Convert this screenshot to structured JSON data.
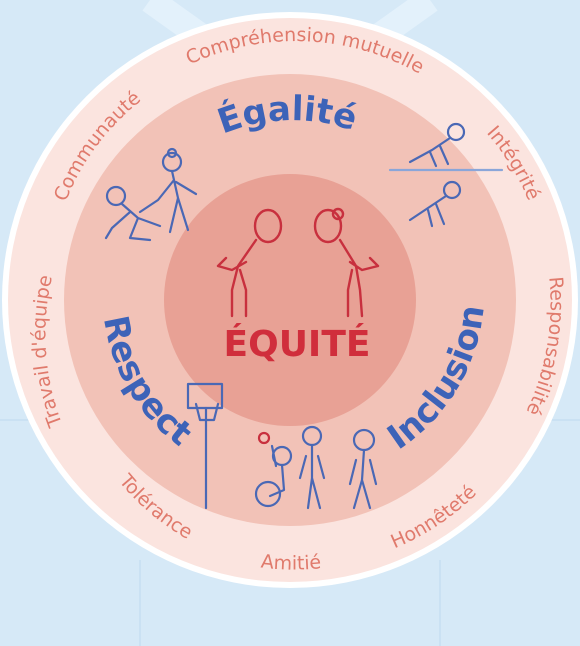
{
  "center": {
    "label": "ÉQUITÉ"
  },
  "middle_ring": {
    "labels": [
      "Égalité",
      "Respect",
      "Inclusion"
    ]
  },
  "outer_ring": {
    "values": [
      "Compréhension mutuelle",
      "Intégrité",
      "Responsabilité",
      "Honnêteté",
      "Amitié",
      "Tolérance",
      "Travail d'équipe",
      "Communauté"
    ]
  },
  "colors": {
    "background": "#d6e9f7",
    "outer_ring": "#fbe4df",
    "middle_ring": "#f2c2b7",
    "inner_circle": "#e8a195",
    "center_text": "#d02e3c",
    "blue_text": "#3d63b8",
    "outer_text": "#e07a6c",
    "figure_blue": "#4a68b5",
    "figure_red": "#c8303e"
  },
  "icons": [
    "helping-hand-figures-icon",
    "push-up-figures-icon",
    "bowing-figures-icon",
    "basketball-figures-icon"
  ]
}
